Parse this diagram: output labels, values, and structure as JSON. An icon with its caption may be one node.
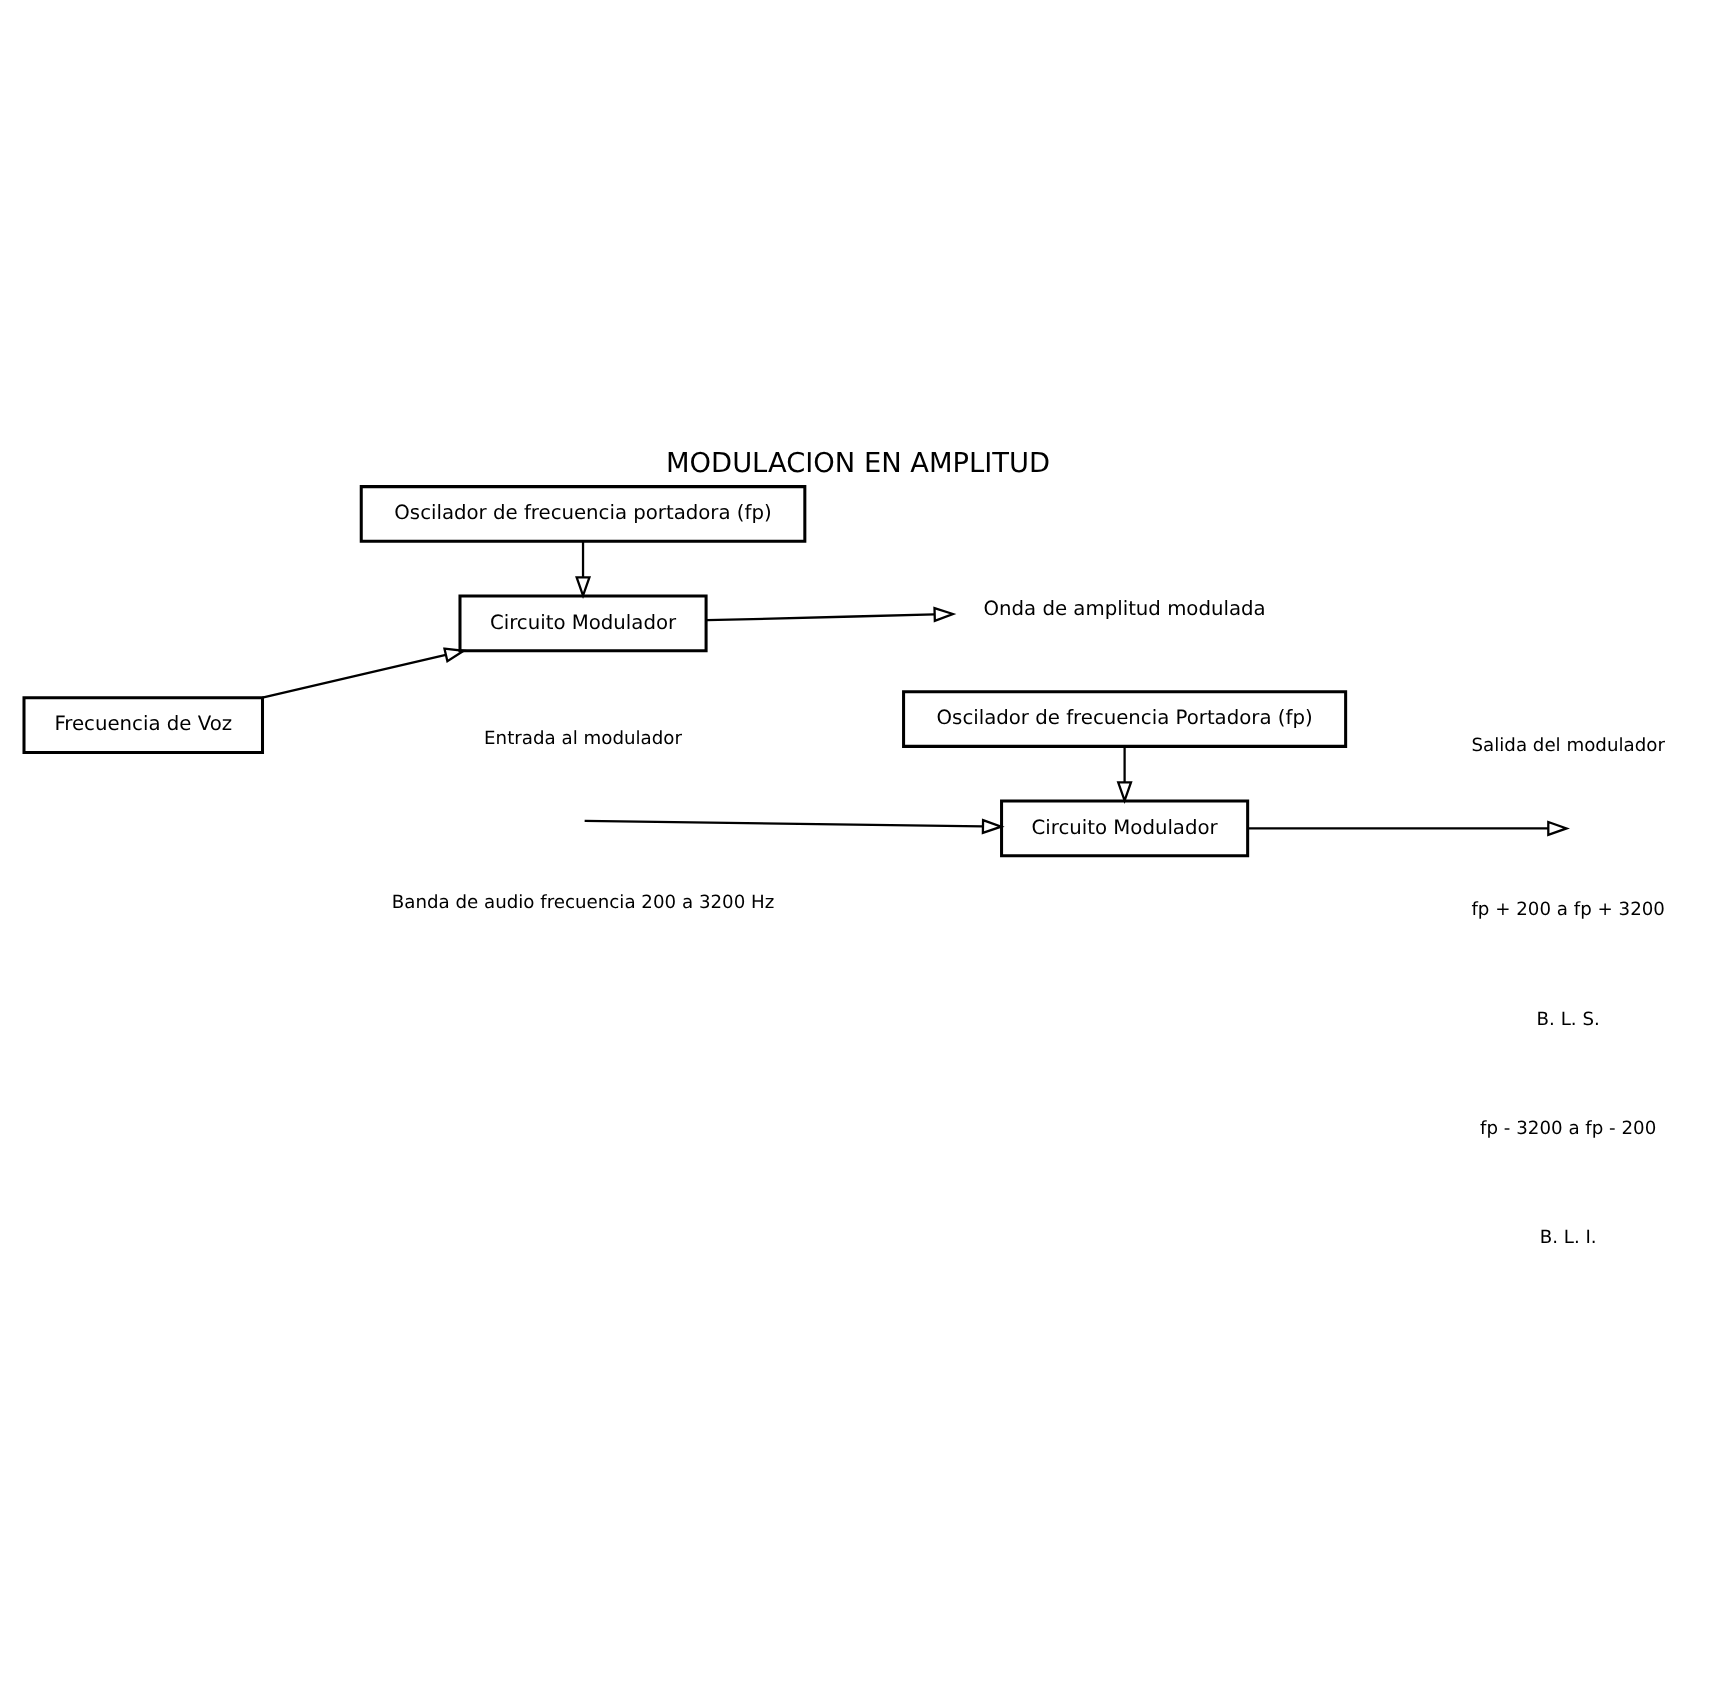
{
  "diagram": {
    "title": "MODULACION EN AMPLITUD",
    "nodes": [
      {
        "text": [
          "Frecuencia de Voz"
        ]
      },
      {
        "text": [
          "Circuito Modulador"
        ]
      },
      {
        "text": [
          "Oscilador de frecuencia portadora (fp)"
        ]
      },
      {
        "text": [
          "Onda de amplitud modulada"
        ]
      },
      {
        "text": [
          "Circuito Modulador"
        ]
      },
      {
        "text": [
          "Oscilador de frecuencia Portadora (fp)"
        ]
      }
    ],
    "edges": [
      {
        "from": 0,
        "to": 1,
        "arrow": "to"
      },
      {
        "from": 1,
        "to": 3,
        "arrow": "to"
      },
      {
        "from": 2,
        "to": 1,
        "arrow": "to"
      },
      {
        "from": null,
        "to": 4,
        "arrow": "to"
      },
      {
        "from": 4,
        "to": null,
        "arrow": "to"
      },
      {
        "from": 5,
        "to": 4,
        "arrow": "to"
      }
    ],
    "labels": [
      "Entrada al modulador",
      "Salida del modulador",
      "Banda de audio frecuencia 200 a 3200 Hz",
      "fp + 200 a fp + 3200",
      "B. L. S.",
      "fp - 3200 a fp - 200",
      "B. L. I."
    ]
  }
}
